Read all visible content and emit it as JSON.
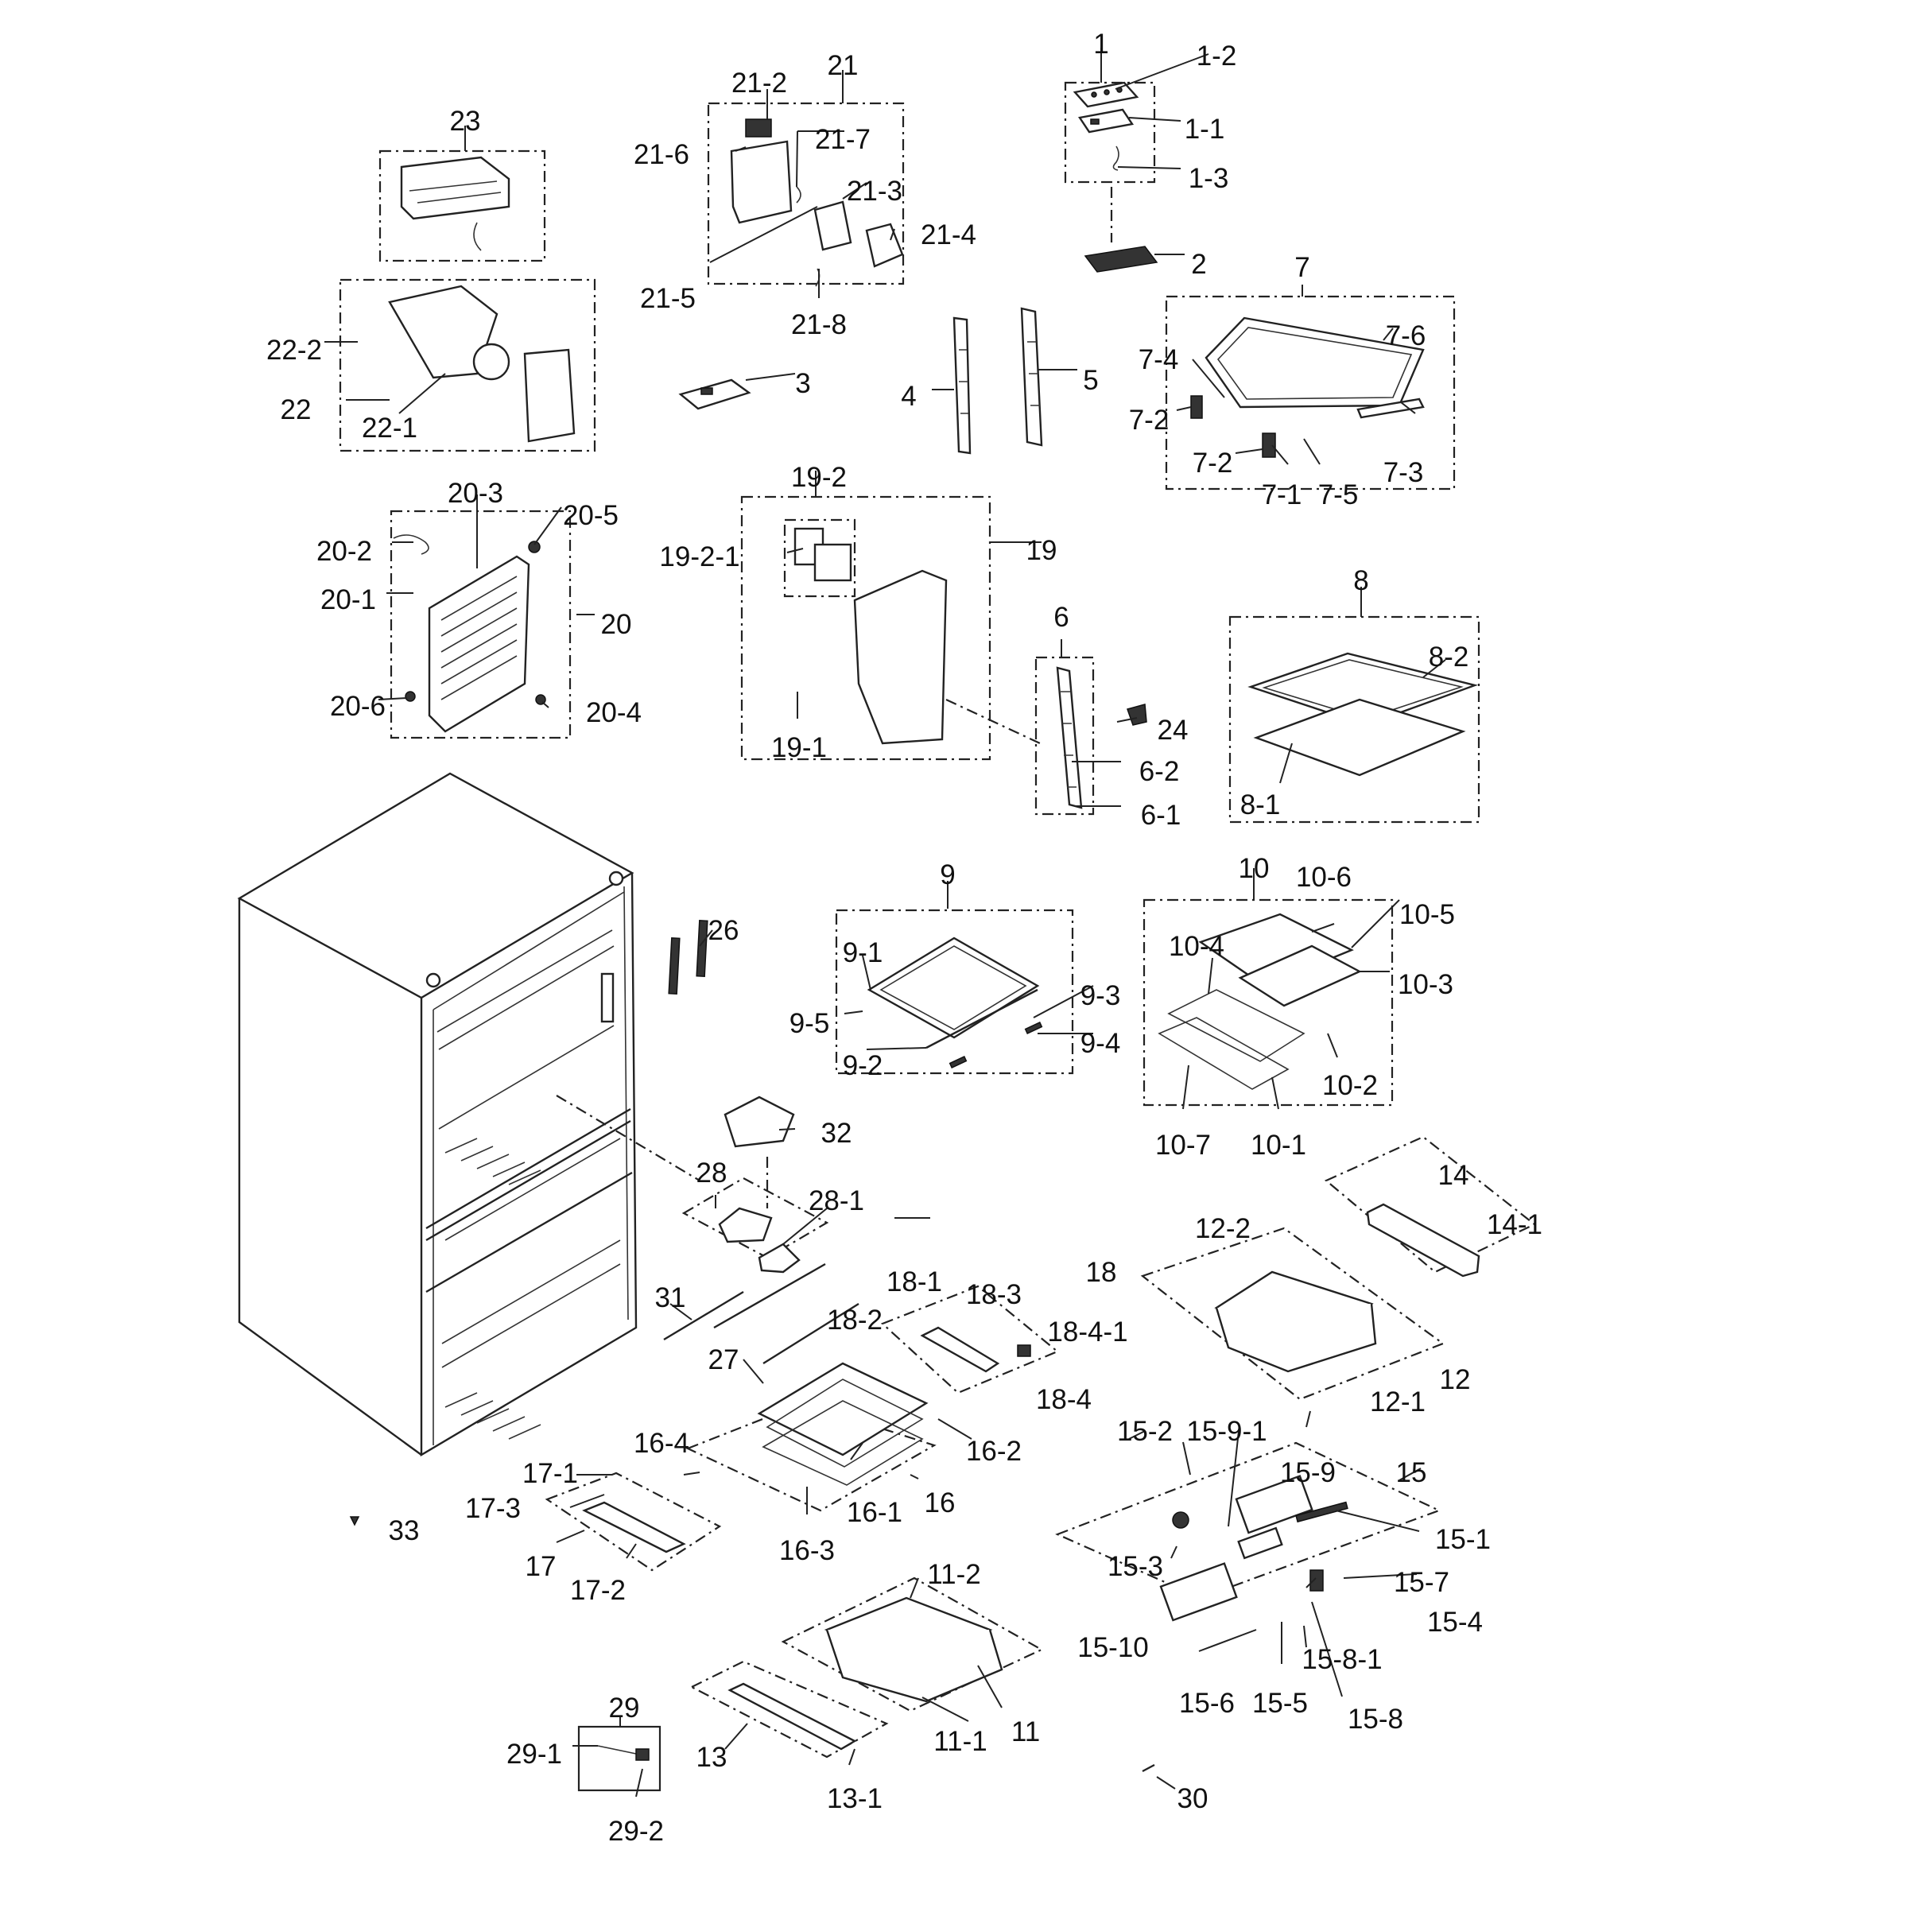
{
  "labels": [
    {
      "id": "1",
      "text": "1"
    },
    {
      "id": "1-2",
      "text": "1-2"
    },
    {
      "id": "1-1",
      "text": "1-1"
    },
    {
      "id": "1-3",
      "text": "1-3"
    },
    {
      "id": "2",
      "text": "2"
    },
    {
      "id": "3",
      "text": "3"
    },
    {
      "id": "4",
      "text": "4"
    },
    {
      "id": "5",
      "text": "5"
    },
    {
      "id": "6",
      "text": "6"
    },
    {
      "id": "6-1",
      "text": "6-1"
    },
    {
      "id": "6-2",
      "text": "6-2"
    },
    {
      "id": "7",
      "text": "7"
    },
    {
      "id": "7-1",
      "text": "7-1"
    },
    {
      "id": "7-2a",
      "text": "7-2"
    },
    {
      "id": "7-2b",
      "text": "7-2"
    },
    {
      "id": "7-3",
      "text": "7-3"
    },
    {
      "id": "7-4",
      "text": "7-4"
    },
    {
      "id": "7-5",
      "text": "7-5"
    },
    {
      "id": "7-6",
      "text": "7-6"
    },
    {
      "id": "8",
      "text": "8"
    },
    {
      "id": "8-1",
      "text": "8-1"
    },
    {
      "id": "8-2",
      "text": "8-2"
    },
    {
      "id": "9",
      "text": "9"
    },
    {
      "id": "9-1",
      "text": "9-1"
    },
    {
      "id": "9-2",
      "text": "9-2"
    },
    {
      "id": "9-3",
      "text": "9-3"
    },
    {
      "id": "9-4",
      "text": "9-4"
    },
    {
      "id": "9-5",
      "text": "9-5"
    },
    {
      "id": "10",
      "text": "10"
    },
    {
      "id": "10-1",
      "text": "10-1"
    },
    {
      "id": "10-2",
      "text": "10-2"
    },
    {
      "id": "10-3",
      "text": "10-3"
    },
    {
      "id": "10-4",
      "text": "10-4"
    },
    {
      "id": "10-5",
      "text": "10-5"
    },
    {
      "id": "10-6",
      "text": "10-6"
    },
    {
      "id": "10-7",
      "text": "10-7"
    },
    {
      "id": "11",
      "text": "11"
    },
    {
      "id": "11-1",
      "text": "11-1"
    },
    {
      "id": "11-2",
      "text": "11-2"
    },
    {
      "id": "12",
      "text": "12"
    },
    {
      "id": "12-1",
      "text": "12-1"
    },
    {
      "id": "12-2",
      "text": "12-2"
    },
    {
      "id": "13",
      "text": "13"
    },
    {
      "id": "13-1",
      "text": "13-1"
    },
    {
      "id": "14",
      "text": "14"
    },
    {
      "id": "14-1",
      "text": "14-1"
    },
    {
      "id": "15",
      "text": "15"
    },
    {
      "id": "15-1",
      "text": "15-1"
    },
    {
      "id": "15-2",
      "text": "15-2"
    },
    {
      "id": "15-3",
      "text": "15-3"
    },
    {
      "id": "15-4",
      "text": "15-4"
    },
    {
      "id": "15-5",
      "text": "15-5"
    },
    {
      "id": "15-6",
      "text": "15-6"
    },
    {
      "id": "15-7",
      "text": "15-7"
    },
    {
      "id": "15-8",
      "text": "15-8"
    },
    {
      "id": "15-8-1",
      "text": "15-8-1"
    },
    {
      "id": "15-9",
      "text": "15-9"
    },
    {
      "id": "15-9-1",
      "text": "15-9-1"
    },
    {
      "id": "15-10",
      "text": "15-10"
    },
    {
      "id": "16",
      "text": "16"
    },
    {
      "id": "16-1",
      "text": "16-1"
    },
    {
      "id": "16-2",
      "text": "16-2"
    },
    {
      "id": "16-3",
      "text": "16-3"
    },
    {
      "id": "16-4",
      "text": "16-4"
    },
    {
      "id": "17",
      "text": "17"
    },
    {
      "id": "17-1",
      "text": "17-1"
    },
    {
      "id": "17-2",
      "text": "17-2"
    },
    {
      "id": "17-3",
      "text": "17-3"
    },
    {
      "id": "18",
      "text": "18"
    },
    {
      "id": "18-1",
      "text": "18-1"
    },
    {
      "id": "18-2",
      "text": "18-2"
    },
    {
      "id": "18-3",
      "text": "18-3"
    },
    {
      "id": "18-4",
      "text": "18-4"
    },
    {
      "id": "18-4-1",
      "text": "18-4-1"
    },
    {
      "id": "19",
      "text": "19"
    },
    {
      "id": "19-1",
      "text": "19-1"
    },
    {
      "id": "19-2",
      "text": "19-2"
    },
    {
      "id": "19-2-1",
      "text": "19-2-1"
    },
    {
      "id": "20",
      "text": "20"
    },
    {
      "id": "20-1",
      "text": "20-1"
    },
    {
      "id": "20-2",
      "text": "20-2"
    },
    {
      "id": "20-3",
      "text": "20-3"
    },
    {
      "id": "20-4",
      "text": "20-4"
    },
    {
      "id": "20-5",
      "text": "20-5"
    },
    {
      "id": "20-6",
      "text": "20-6"
    },
    {
      "id": "21",
      "text": "21"
    },
    {
      "id": "21-2",
      "text": "21-2"
    },
    {
      "id": "21-3",
      "text": "21-3"
    },
    {
      "id": "21-4",
      "text": "21-4"
    },
    {
      "id": "21-5",
      "text": "21-5"
    },
    {
      "id": "21-6",
      "text": "21-6"
    },
    {
      "id": "21-7",
      "text": "21-7"
    },
    {
      "id": "21-8",
      "text": "21-8"
    },
    {
      "id": "22",
      "text": "22"
    },
    {
      "id": "22-1",
      "text": "22-1"
    },
    {
      "id": "22-2",
      "text": "22-2"
    },
    {
      "id": "23",
      "text": "23"
    },
    {
      "id": "24",
      "text": "24"
    },
    {
      "id": "26",
      "text": "26"
    },
    {
      "id": "27",
      "text": "27"
    },
    {
      "id": "28",
      "text": "28"
    },
    {
      "id": "28-1",
      "text": "28-1"
    },
    {
      "id": "29",
      "text": "29"
    },
    {
      "id": "29-1",
      "text": "29-1"
    },
    {
      "id": "29-2",
      "text": "29-2"
    },
    {
      "id": "30",
      "text": "30"
    },
    {
      "id": "31",
      "text": "31"
    },
    {
      "id": "32",
      "text": "32"
    },
    {
      "id": "33",
      "text": "33"
    }
  ]
}
